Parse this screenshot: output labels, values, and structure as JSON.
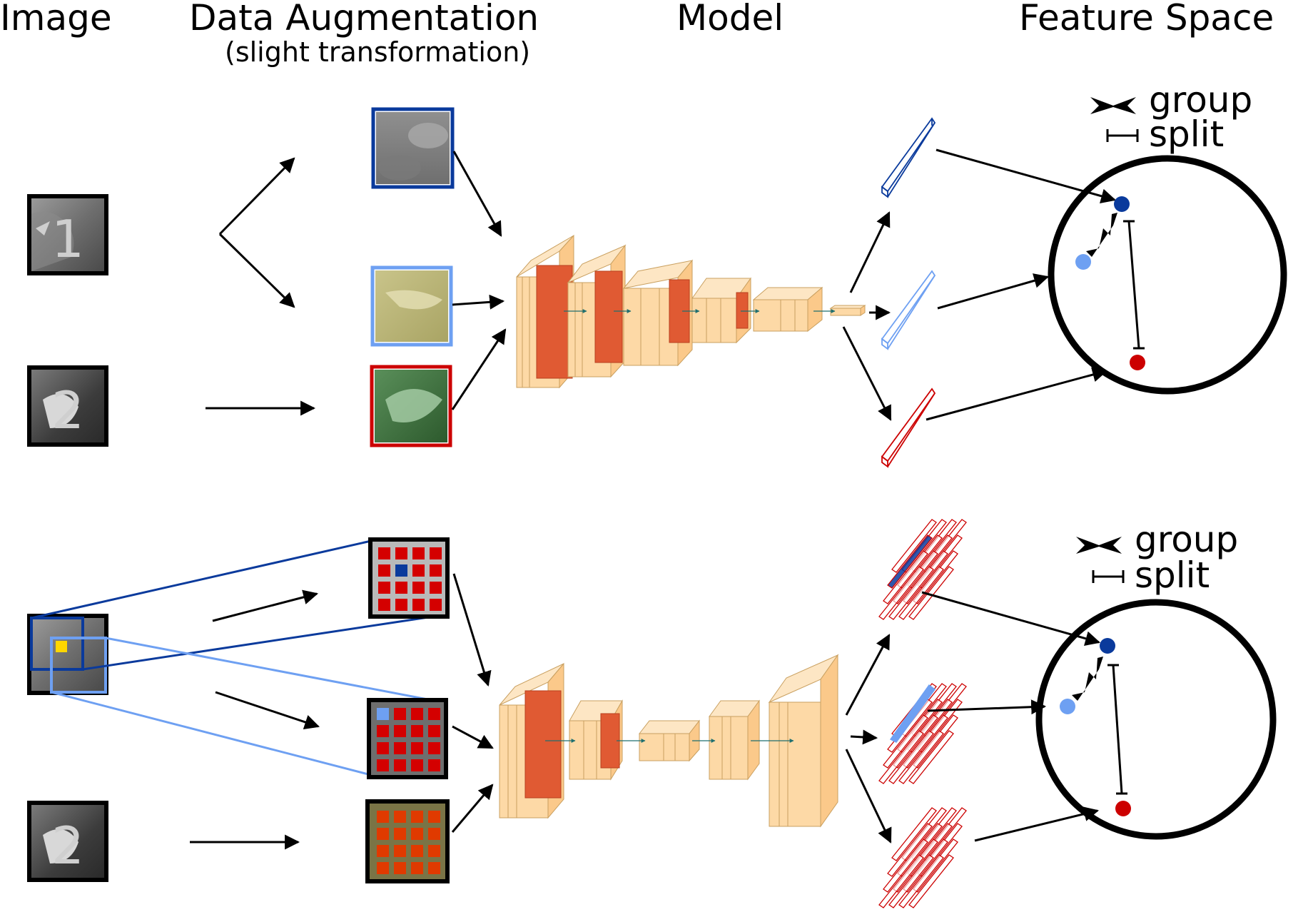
{
  "headers": {
    "image": "Image",
    "augmentation": "Data Augmentation",
    "augmentation_note": "(slight transformation)",
    "model": "Model",
    "feature_space": "Feature Space"
  },
  "top_panel": {
    "image_labels": [
      "1",
      "2"
    ],
    "legend": {
      "group": "group",
      "split": "split"
    }
  },
  "bottom_panel": {
    "image_labels": [
      "2"
    ],
    "legend": {
      "group": "group",
      "split": "split"
    }
  },
  "colors": {
    "dark_blue": "#0a3a9c",
    "light_blue": "#6ea0f2",
    "red": "#cc0000",
    "block_fill": "#fdd9a6",
    "block_face": "#fbc98a",
    "block_inner": "#e05a33",
    "patch_red": "#d40000",
    "patch_yellow": "#ffd700"
  }
}
